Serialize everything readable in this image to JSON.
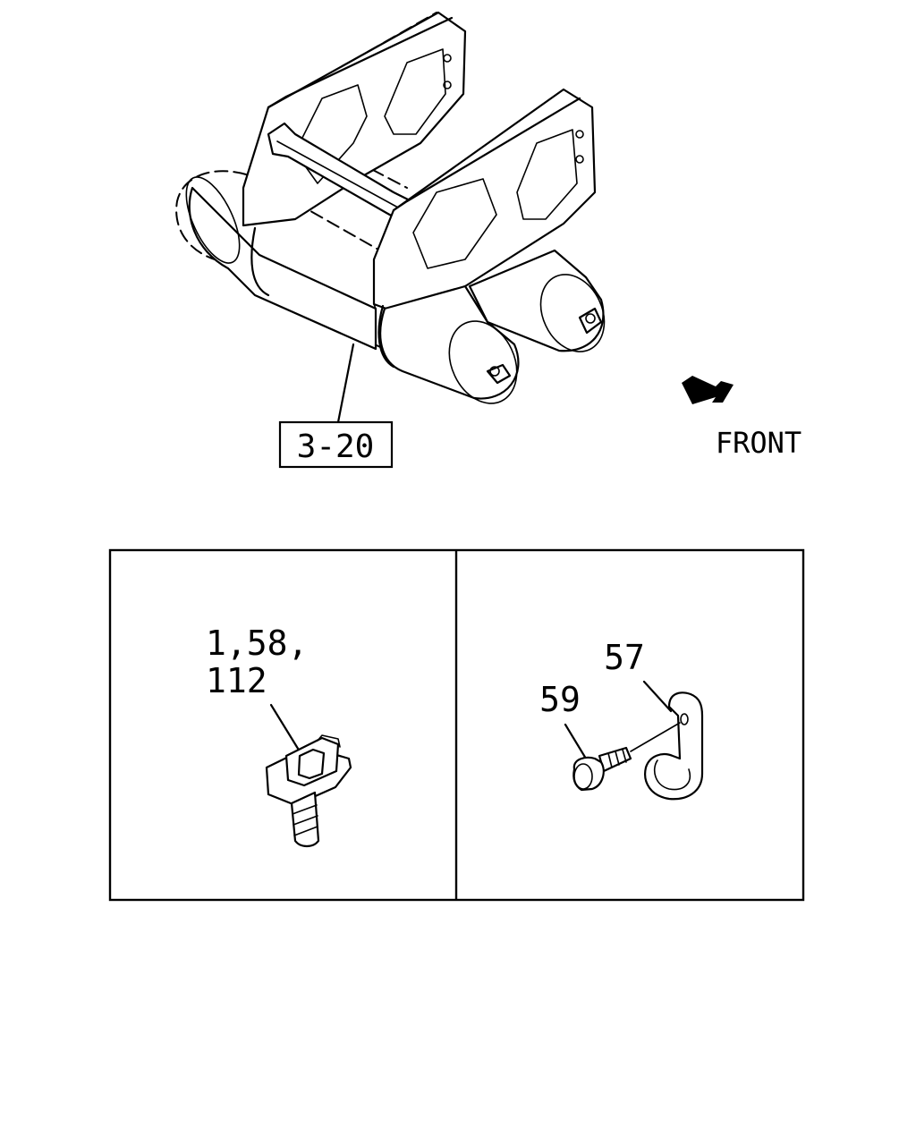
{
  "main_diagram": {
    "ref_label": "3-20",
    "direction_label": "FRONT"
  },
  "detail_left": {
    "callout_line1": "1,58,",
    "callout_line2": "112"
  },
  "detail_right": {
    "callout_bracket": "57",
    "callout_bolt": "59"
  }
}
